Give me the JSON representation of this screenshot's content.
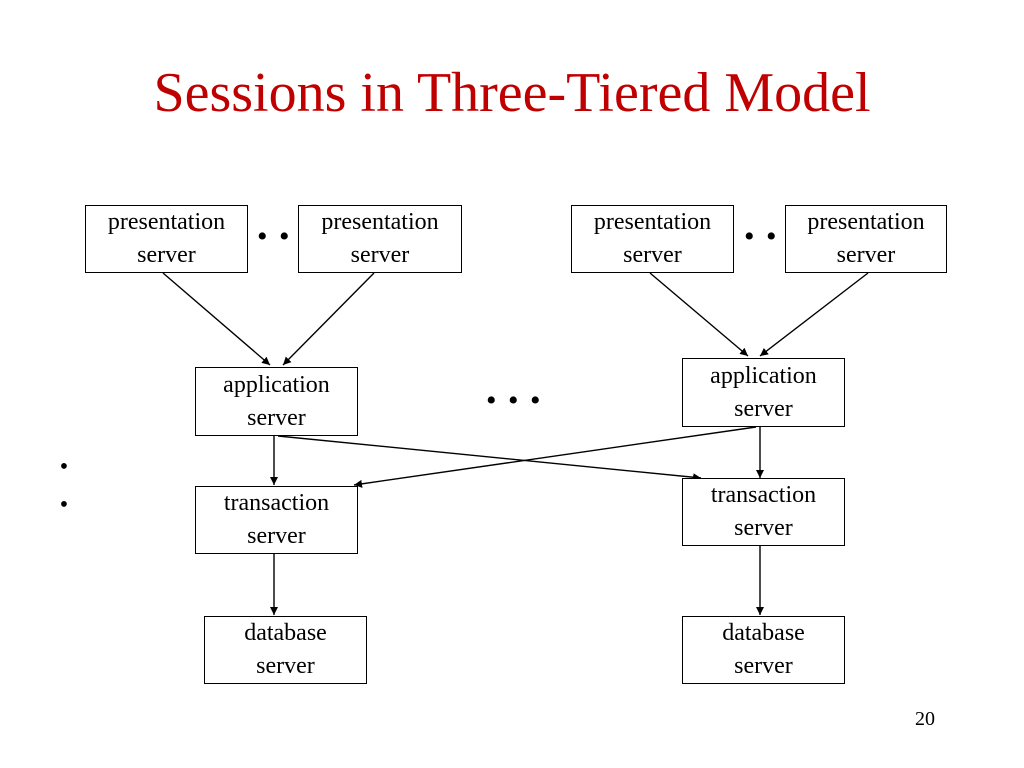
{
  "slide": {
    "title": "Sessions in Three-Tiered Model",
    "page_number": "20",
    "title_color": "#c00000"
  },
  "boxes": {
    "pres_l1": {
      "line1": "presentation",
      "line2": "server"
    },
    "pres_l2": {
      "line1": "presentation",
      "line2": "server"
    },
    "pres_r1": {
      "line1": "presentation",
      "line2": "server"
    },
    "pres_r2": {
      "line1": "presentation",
      "line2": "server"
    },
    "app_l": {
      "line1": "application",
      "line2": "server"
    },
    "app_r": {
      "line1": "application",
      "line2": "server"
    },
    "tx_l": {
      "line1": "transaction",
      "line2": "server"
    },
    "tx_r": {
      "line1": "transaction",
      "line2": "server"
    },
    "db_l": {
      "line1": "database",
      "line2": "server"
    },
    "db_r": {
      "line1": "database",
      "line2": "server"
    }
  },
  "ellipses": {
    "between_presentation_left": "• •",
    "between_presentation_right": "• •",
    "between_columns": "• • •",
    "left_margin": "•\n•"
  },
  "connections": [
    {
      "from": "pres_l1",
      "to": "app_l"
    },
    {
      "from": "pres_l2",
      "to": "app_l"
    },
    {
      "from": "pres_r1",
      "to": "app_r"
    },
    {
      "from": "pres_r2",
      "to": "app_r"
    },
    {
      "from": "app_l",
      "to": "tx_l"
    },
    {
      "from": "app_l",
      "to": "tx_r"
    },
    {
      "from": "app_r",
      "to": "tx_r"
    },
    {
      "from": "app_r",
      "to": "tx_l"
    },
    {
      "from": "tx_l",
      "to": "db_l"
    },
    {
      "from": "tx_r",
      "to": "db_r"
    }
  ]
}
